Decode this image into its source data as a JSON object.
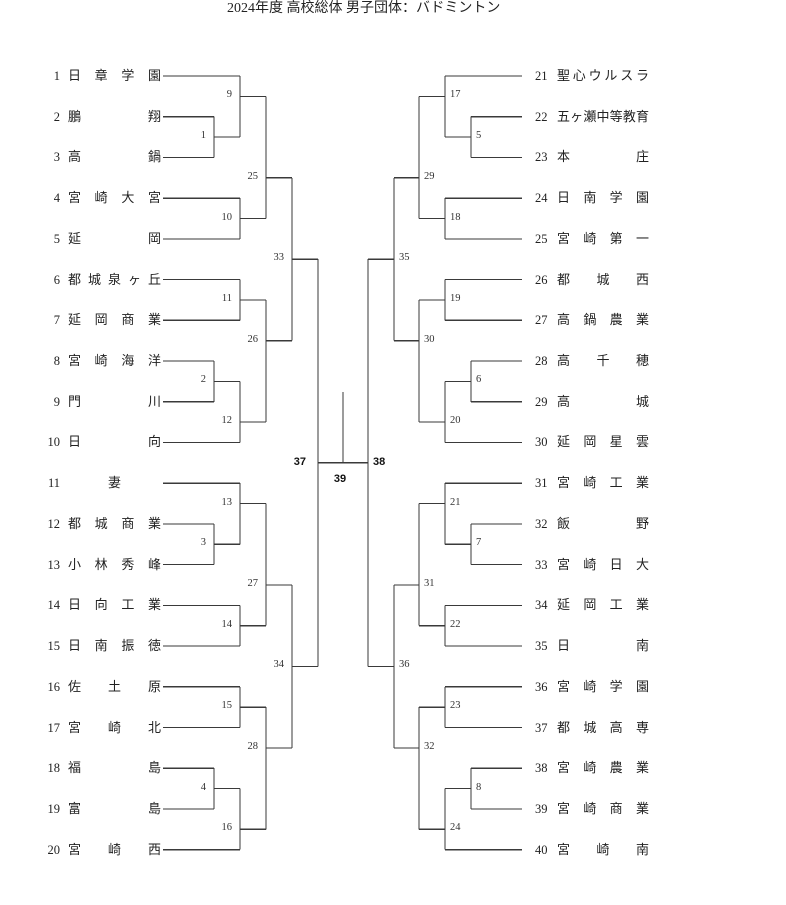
{
  "title": "2024年度 高校総体 男子団体：バドミントン",
  "teams": {
    "left": [
      {
        "seed": 1,
        "name": "日章学園"
      },
      {
        "seed": 2,
        "name": "鵬翔"
      },
      {
        "seed": 3,
        "name": "高鍋"
      },
      {
        "seed": 4,
        "name": "宮崎大宮"
      },
      {
        "seed": 5,
        "name": "延岡"
      },
      {
        "seed": 6,
        "name": "都城泉ヶ丘"
      },
      {
        "seed": 7,
        "name": "延岡商業"
      },
      {
        "seed": 8,
        "name": "宮崎海洋"
      },
      {
        "seed": 9,
        "name": "門川"
      },
      {
        "seed": 10,
        "name": "日向"
      },
      {
        "seed": 11,
        "name": "妻"
      },
      {
        "seed": 12,
        "name": "都城商業"
      },
      {
        "seed": 13,
        "name": "小林秀峰"
      },
      {
        "seed": 14,
        "name": "日向工業"
      },
      {
        "seed": 15,
        "name": "日南振徳"
      },
      {
        "seed": 16,
        "name": "佐土原"
      },
      {
        "seed": 17,
        "name": "宮崎北"
      },
      {
        "seed": 18,
        "name": "福島"
      },
      {
        "seed": 19,
        "name": "富島"
      },
      {
        "seed": 20,
        "name": "宮崎西"
      }
    ],
    "right": [
      {
        "seed": 21,
        "name": "聖心ウルスラ"
      },
      {
        "seed": 22,
        "name": "五ヶ瀬中等教育"
      },
      {
        "seed": 23,
        "name": "本庄"
      },
      {
        "seed": 24,
        "name": "日南学園"
      },
      {
        "seed": 25,
        "name": "宮崎第一"
      },
      {
        "seed": 26,
        "name": "都城西"
      },
      {
        "seed": 27,
        "name": "高鍋農業"
      },
      {
        "seed": 28,
        "name": "高千穂"
      },
      {
        "seed": 29,
        "name": "高城"
      },
      {
        "seed": 30,
        "name": "延岡星雲"
      },
      {
        "seed": 31,
        "name": "宮崎工業"
      },
      {
        "seed": 32,
        "name": "飯野"
      },
      {
        "seed": 33,
        "name": "宮崎日大"
      },
      {
        "seed": 34,
        "name": "延岡工業"
      },
      {
        "seed": 35,
        "name": "日南"
      },
      {
        "seed": 36,
        "name": "宮崎学園"
      },
      {
        "seed": 37,
        "name": "都城高専"
      },
      {
        "seed": 38,
        "name": "宮崎農業"
      },
      {
        "seed": 39,
        "name": "宮崎商業"
      },
      {
        "seed": 40,
        "name": "宮崎南"
      }
    ]
  },
  "matches": [
    {
      "id": 1,
      "side": "left",
      "round": 0,
      "a": "t2",
      "b": "t3"
    },
    {
      "id": 2,
      "side": "left",
      "round": 0,
      "a": "t8",
      "b": "t9"
    },
    {
      "id": 3,
      "side": "left",
      "round": 0,
      "a": "t12",
      "b": "t13"
    },
    {
      "id": 4,
      "side": "left",
      "round": 0,
      "a": "t18",
      "b": "t19"
    },
    {
      "id": 5,
      "side": "right",
      "round": 0,
      "a": "t22",
      "b": "t23"
    },
    {
      "id": 6,
      "side": "right",
      "round": 0,
      "a": "t28",
      "b": "t29"
    },
    {
      "id": 7,
      "side": "right",
      "round": 0,
      "a": "t32",
      "b": "t33"
    },
    {
      "id": 8,
      "side": "right",
      "round": 0,
      "a": "t38",
      "b": "t39"
    },
    {
      "id": 9,
      "side": "left",
      "round": 1,
      "a": "t1",
      "b": "m1"
    },
    {
      "id": 10,
      "side": "left",
      "round": 1,
      "a": "t4",
      "b": "t5"
    },
    {
      "id": 11,
      "side": "left",
      "round": 1,
      "a": "t6",
      "b": "t7"
    },
    {
      "id": 12,
      "side": "left",
      "round": 1,
      "a": "m2",
      "b": "t10"
    },
    {
      "id": 13,
      "side": "left",
      "round": 1,
      "a": "t11",
      "b": "m3"
    },
    {
      "id": 14,
      "side": "left",
      "round": 1,
      "a": "t14",
      "b": "t15"
    },
    {
      "id": 15,
      "side": "left",
      "round": 1,
      "a": "t16",
      "b": "t17"
    },
    {
      "id": 16,
      "side": "left",
      "round": 1,
      "a": "m4",
      "b": "t20"
    },
    {
      "id": 17,
      "side": "right",
      "round": 1,
      "a": "t21",
      "b": "m5"
    },
    {
      "id": 18,
      "side": "right",
      "round": 1,
      "a": "t24",
      "b": "t25"
    },
    {
      "id": 19,
      "side": "right",
      "round": 1,
      "a": "t26",
      "b": "t27"
    },
    {
      "id": 20,
      "side": "right",
      "round": 1,
      "a": "m6",
      "b": "t30"
    },
    {
      "id": 21,
      "side": "right",
      "round": 1,
      "a": "t31",
      "b": "m7"
    },
    {
      "id": 22,
      "side": "right",
      "round": 1,
      "a": "t34",
      "b": "t35"
    },
    {
      "id": 23,
      "side": "right",
      "round": 1,
      "a": "t36",
      "b": "t37"
    },
    {
      "id": 24,
      "side": "right",
      "round": 1,
      "a": "m8",
      "b": "t40"
    },
    {
      "id": 25,
      "side": "left",
      "round": 2,
      "a": "m9",
      "b": "m10"
    },
    {
      "id": 26,
      "side": "left",
      "round": 2,
      "a": "m11",
      "b": "m12"
    },
    {
      "id": 27,
      "side": "left",
      "round": 2,
      "a": "m13",
      "b": "m14"
    },
    {
      "id": 28,
      "side": "left",
      "round": 2,
      "a": "m15",
      "b": "m16"
    },
    {
      "id": 29,
      "side": "right",
      "round": 2,
      "a": "m17",
      "b": "m18"
    },
    {
      "id": 30,
      "side": "right",
      "round": 2,
      "a": "m19",
      "b": "m20"
    },
    {
      "id": 31,
      "side": "right",
      "round": 2,
      "a": "m21",
      "b": "m22"
    },
    {
      "id": 32,
      "side": "right",
      "round": 2,
      "a": "m23",
      "b": "m24"
    },
    {
      "id": 33,
      "side": "left",
      "round": 3,
      "a": "m25",
      "b": "m26"
    },
    {
      "id": 34,
      "side": "left",
      "round": 3,
      "a": "m27",
      "b": "m28"
    },
    {
      "id": 35,
      "side": "right",
      "round": 3,
      "a": "m29",
      "b": "m30"
    },
    {
      "id": 36,
      "side": "right",
      "round": 3,
      "a": "m31",
      "b": "m32"
    },
    {
      "id": 37,
      "side": "left",
      "round": 4,
      "a": "m33",
      "b": "m34",
      "emphasis": true
    },
    {
      "id": 38,
      "side": "right",
      "round": 4,
      "a": "m35",
      "b": "m36",
      "emphasis": true
    }
  ],
  "final": {
    "id": 39,
    "a": "m37",
    "b": "m38"
  }
}
